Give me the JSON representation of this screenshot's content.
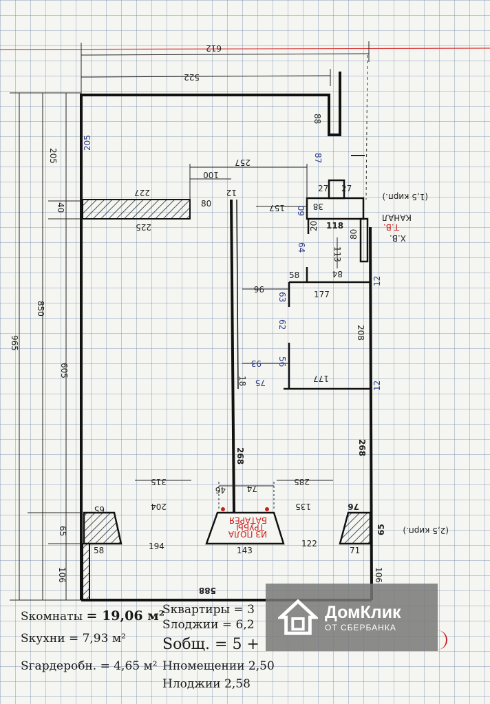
{
  "dims": {
    "top_612": "612",
    "top_522": "522",
    "d88": "88",
    "d87": "87",
    "d205_left": "205",
    "d205_inner": "205",
    "d257": "257",
    "d100": "100",
    "d12a": "12",
    "d80a": "80",
    "d227": "227",
    "d225": "225",
    "d40": "40",
    "d850": "850",
    "d965": "965",
    "d605": "605",
    "d157": "157",
    "d60": "60",
    "d38": "38",
    "d27a": "27",
    "d27b": "27",
    "d20": "20",
    "d118": "118",
    "d80b": "80",
    "d64": "64",
    "d113": "113",
    "d84": "84",
    "d58a": "58",
    "d12b": "12",
    "d96": "96",
    "d63": "63",
    "d177a": "177",
    "d208": "208",
    "d62": "62",
    "d93": "93",
    "d56": "56",
    "d75": "75",
    "d18": "18",
    "d177b": "177",
    "d12c": "12",
    "d268a": "268",
    "d268b": "268",
    "d315": "315",
    "d285": "285",
    "d46": "46",
    "d74": "74",
    "d204": "204",
    "d135": "135",
    "d65a": "65",
    "d65b": "65",
    "d76": "76",
    "d58b": "58",
    "d194": "194",
    "d143": "143",
    "d122": "122",
    "d71": "71",
    "d106a": "106",
    "d106b": "106",
    "d65c": "65",
    "d588": "588",
    "kanal": "КАНАЛ",
    "kirp15": "(1,5 кирп.)",
    "kirp25": "(2,5 кирп.)",
    "tb": "Т.В.",
    "xv": "Х.В.",
    "batareya": "БАТАРЕЯ",
    "trubyi": "ТРУБЫ",
    "iz_pola": "ИЗ ПОЛА"
  },
  "areas": {
    "komnaty_label": "Sкомнаты",
    "komnaty_value": "= 19,06 м²",
    "kuhni_label": "Sкухни",
    "kuhni_value": "= 7,93 м²",
    "garderob_label": "Sгардеробн.",
    "garderob_value": "= 4,65 м²",
    "kvartiry_label": "Sквартиры",
    "kvartiry_value": "= 3",
    "lodzhii_label": "Sлоджии",
    "lodzhii_value": "= 6,2",
    "obsh_label": "Sобщ.",
    "obsh_value": "= 5 +",
    "h_pom": "Нпомещении 2,50",
    "h_lodzh": "Нлоджии 2,58"
  },
  "watermark": {
    "brand": "ДомКлик",
    "sub": "ОТ СБЕРБАНКА"
  },
  "colors": {
    "line": "#1a1a1a",
    "blue_ink": "#2a3a8a",
    "red_ink": "#c82020",
    "grid": "#7a96bf"
  }
}
